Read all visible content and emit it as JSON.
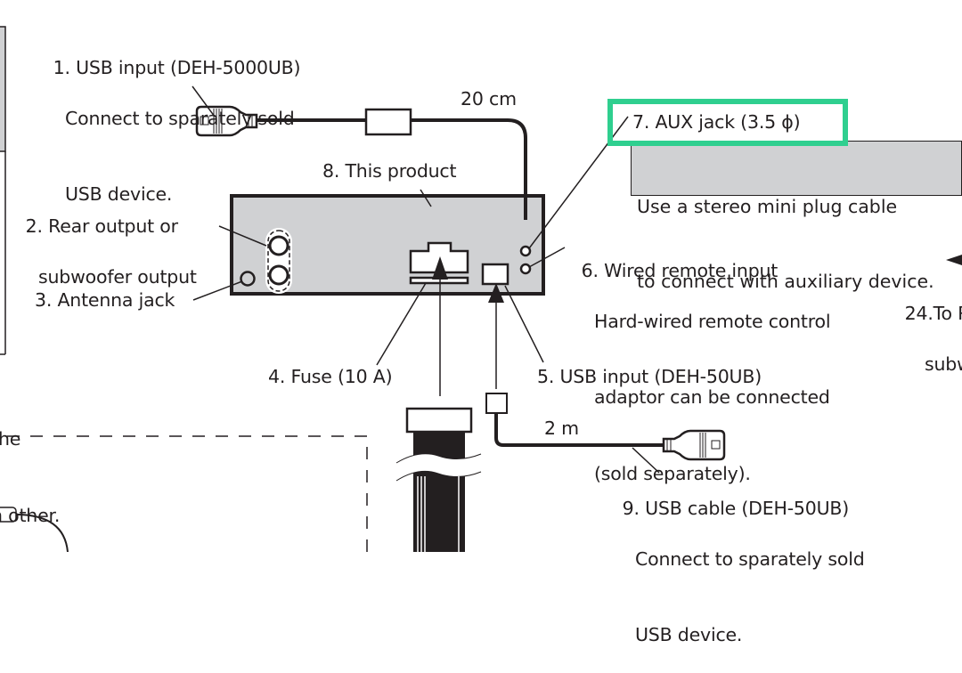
{
  "diagram": {
    "title": "Connection diagram",
    "highlight_color": "#2fcf8f",
    "panel_color": "#d0d1d3",
    "line_color": "#231f20",
    "labels": {
      "usb_input_5000": {
        "title": "1. USB input (DEH-5000UB)",
        "lines": [
          "Connect to sparately sold",
          "USB device."
        ]
      },
      "rear_output": {
        "title": "2. Rear output or",
        "lines": [
          "subwoofer output"
        ]
      },
      "antenna_jack": {
        "title": "3. Antenna jack"
      },
      "fuse": {
        "title": "4. Fuse (10 A)"
      },
      "usb_input_50": {
        "title": "5. USB input (DEH-50UB)"
      },
      "wired_remote": {
        "title": "6. Wired remote input",
        "lines": [
          "Hard-wired remote control",
          "adaptor can be connected",
          "(sold separately)."
        ]
      },
      "aux_jack": {
        "title": "7. AUX jack (3.5 ϕ)",
        "lines": [
          "Use a stereo mini plug cable",
          "to connect with auxiliary device."
        ]
      },
      "this_product": {
        "title": "8. This product"
      },
      "usb_cable": {
        "title": "9. USB cable (DEH-50UB)",
        "lines": [
          "Connect to sparately sold",
          "USB device."
        ]
      },
      "rear_sub": {
        "title": "24.To R",
        "lines": [
          "subw"
        ]
      },
      "partial_left": {
        "lines": [
          "he",
          "n other."
        ]
      }
    },
    "dimensions": {
      "cable_20cm": "20 cm",
      "cable_2m": "2 m"
    }
  }
}
